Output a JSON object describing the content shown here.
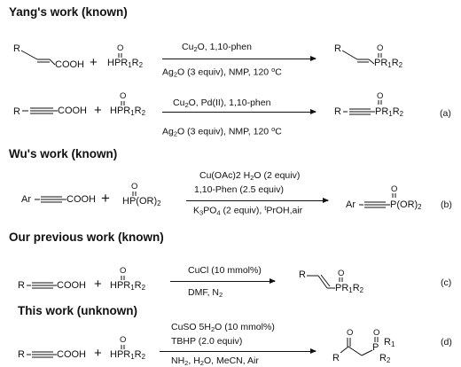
{
  "sections": {
    "yang": "Yang's work (known)",
    "wu": "Wu's work (known)",
    "prev": "Our previous work (known)",
    "this": "This work (unknown)"
  },
  "atoms": {
    "R": "R",
    "Ar": "Ar",
    "COOH": "COOH",
    "O": "O",
    "H": "H",
    "P": "P",
    "R1": "1",
    "R2": "2",
    "plus": "+",
    "OR": "(OR)",
    "two": "2"
  },
  "conditions": {
    "r1_top": [
      "Cu",
      "2",
      "O, 1,10-phen"
    ],
    "r1_bottom": [
      "Ag",
      "2",
      "O (3 equiv), NMP, 120 ",
      "o",
      "C"
    ],
    "r2_top": [
      "Cu",
      "2",
      "O, Pd(II), 1,10-phen"
    ],
    "r2_bottom": [
      "Ag",
      "2",
      "O (3 equiv), NMP, 120 ",
      "o",
      "C"
    ],
    "r3_line1": "Cu(OAc)2 H",
    "r3_line1_sub": "2",
    "r3_line1_end": "O (2 equiv)",
    "r3_line2": "1,10-Phen (2.5 equiv)",
    "r3_line3a": "K",
    "r3_line3b": "3",
    "r3_line3c": "PO",
    "r3_line3d": "4",
    "r3_line3e": " (2 equiv), ",
    "r3_line3f": "t",
    "r3_line3g": "PrOH,air",
    "r4_top": "CuCl (10 mmol%)",
    "r4_bottom_a": "DMF, N",
    "r4_bottom_b": "2",
    "r5_line1": "CuSO 5H",
    "r5_line1_sub": "2",
    "r5_line1_end": "O (10 mmol%)",
    "r5_line2": "TBHP (2.0 equiv)",
    "r5_line3": "NH",
    "r5_line3_sub": "2",
    "r5_line3_end": ", H",
    "r5_line3_sub2": "2",
    "r5_line3_end2": "O, MeCN, Air"
  },
  "labels": {
    "a": "(a)",
    "b": "(b)",
    "c": "(c)",
    "d": "(d)"
  }
}
